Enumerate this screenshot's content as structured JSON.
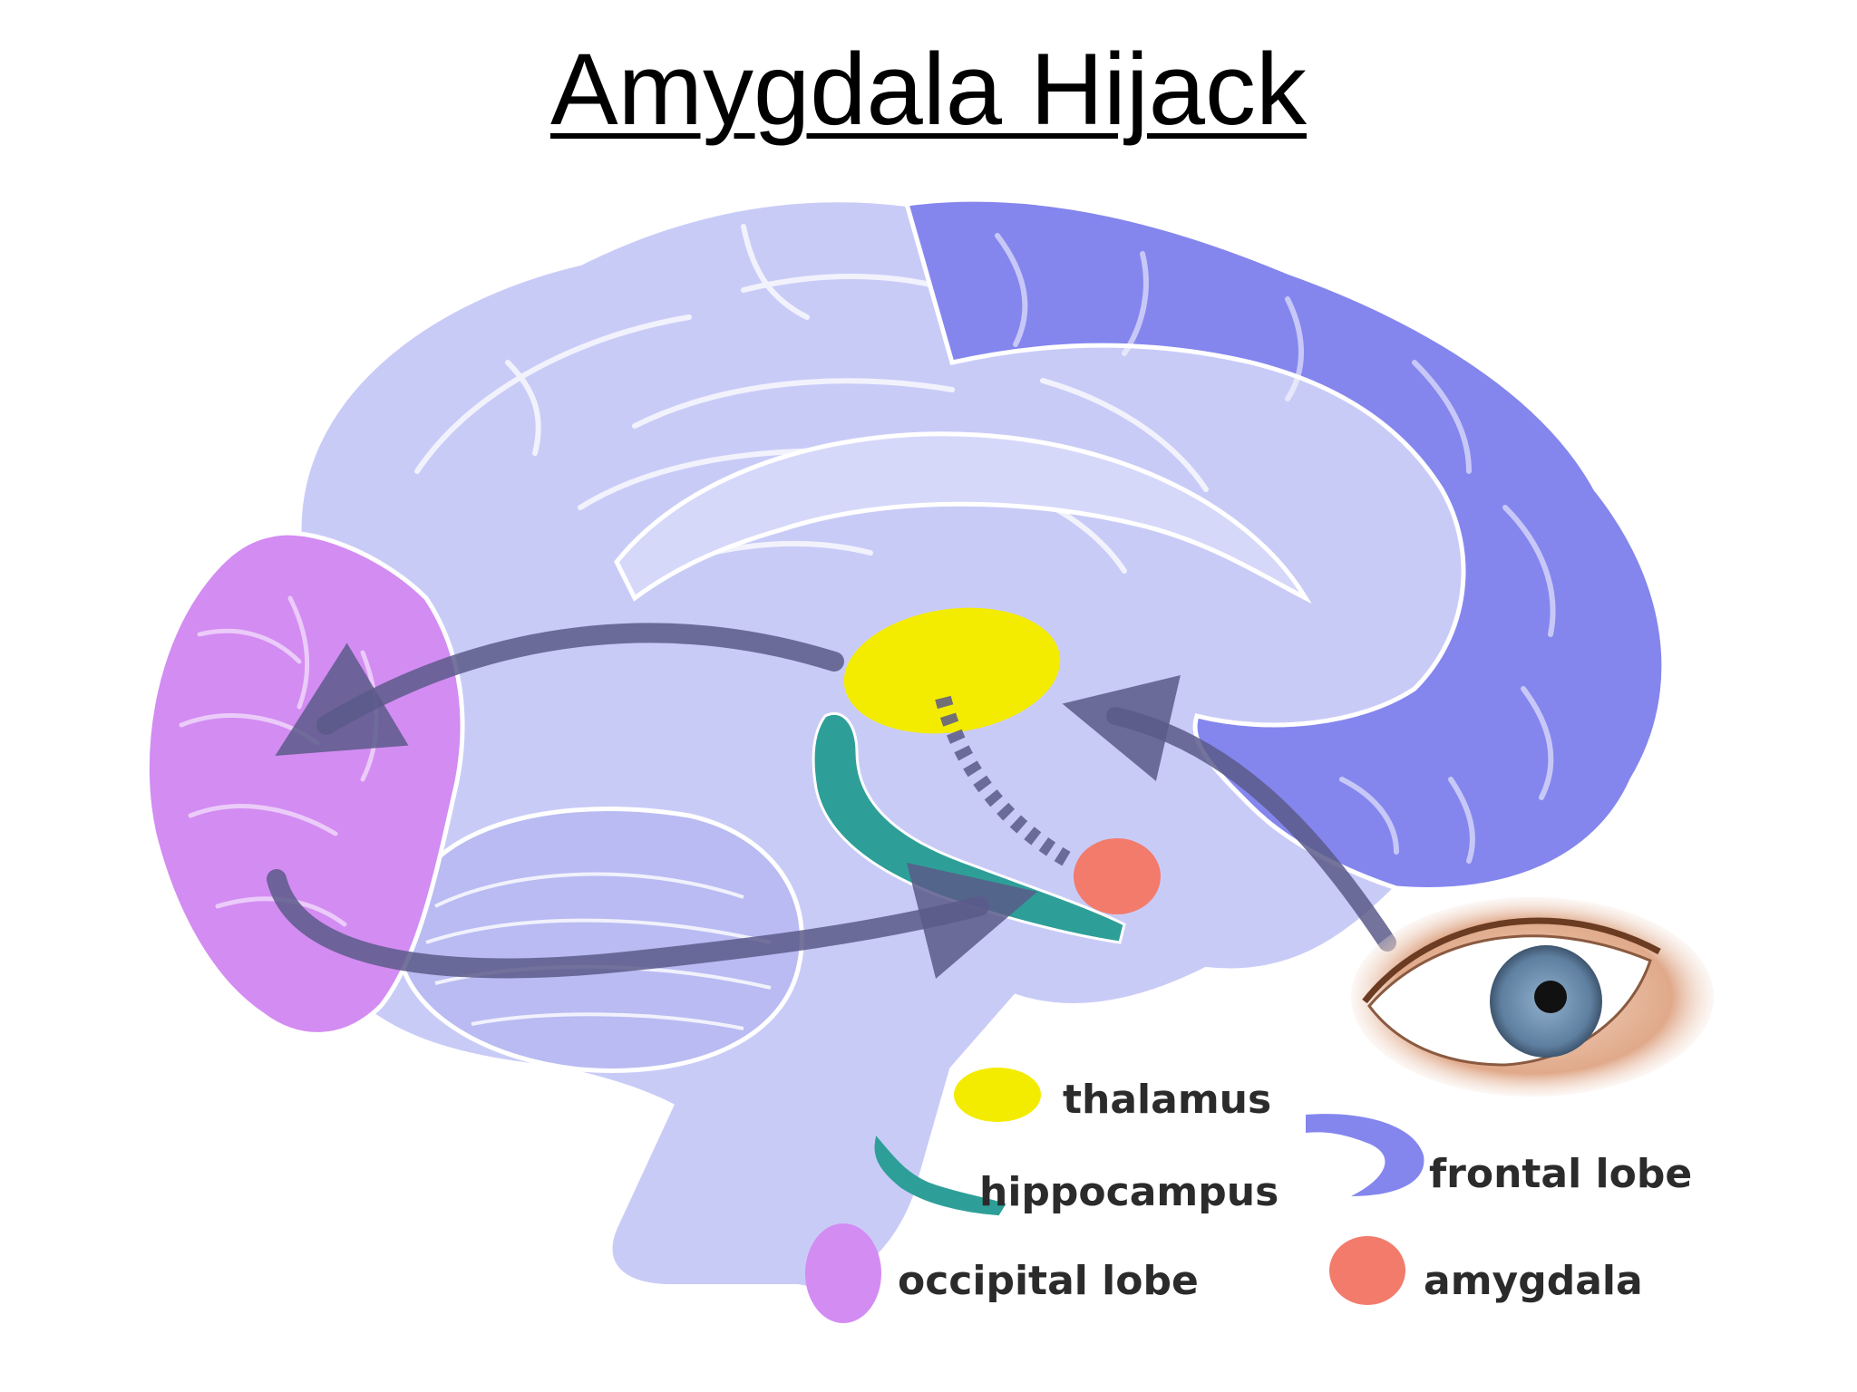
{
  "slide": {
    "title": "Amygdala Hijack"
  },
  "colors": {
    "brain": "#c9cbf7",
    "brain_fold": "#b6b8f0",
    "frontal_lobe": "#8486ee",
    "occipital_lobe": "#d38cf2",
    "thalamus": "#f4ec00",
    "hippocampus": "#2e9f98",
    "amygdala": "#f27b6c",
    "arrow": "#5a5a8a",
    "iris": "#6f8fb0"
  },
  "legend": {
    "thalamus": "thalamus",
    "hippocampus": "hippocampus",
    "occipital_lobe": "occipital lobe",
    "frontal_lobe": "frontal lobe",
    "amygdala": "amygdala"
  }
}
